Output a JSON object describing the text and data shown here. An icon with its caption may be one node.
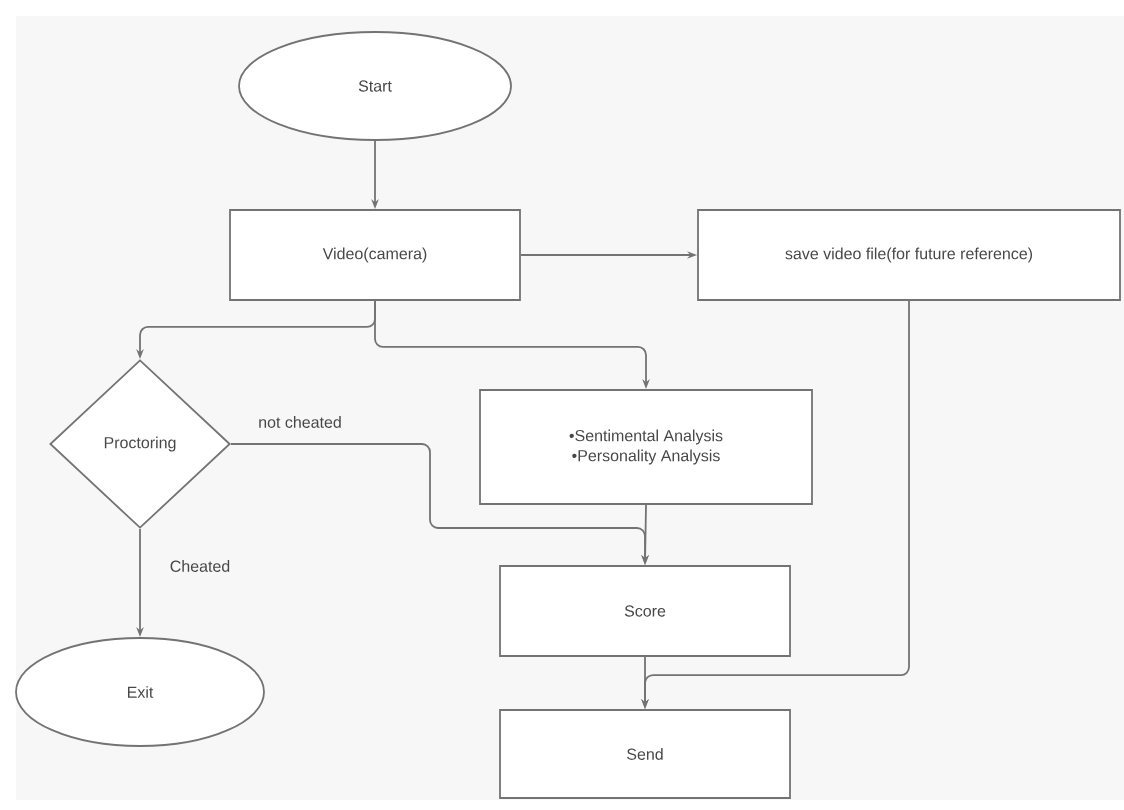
{
  "diagram": {
    "nodes": [
      {
        "text": [
          "Start"
        ]
      },
      {
        "text": [
          "Video(camera)"
        ]
      },
      {
        "text": [
          "save video file(for future reference)"
        ]
      },
      {
        "text": [
          "Proctoring"
        ]
      },
      {
        "text": [
          "•Sentimental Analysis",
          "•Personality Analysis"
        ]
      },
      {
        "text": [
          "Score"
        ]
      },
      {
        "text": [
          "Exit"
        ]
      },
      {
        "text": [
          "Send"
        ]
      }
    ],
    "edges": [
      {
        "from": 0,
        "to": 1,
        "arrow": "to"
      },
      {
        "from": 1,
        "to": 2,
        "arrow": "to"
      },
      {
        "from": 1,
        "to": 3,
        "arrow": "to"
      },
      {
        "from": 1,
        "to": 4,
        "arrow": "to"
      },
      {
        "from": 3,
        "to": 5,
        "arrow": "to",
        "label": "not cheated"
      },
      {
        "from": 4,
        "to": 5,
        "arrow": "to"
      },
      {
        "from": 3,
        "to": 6,
        "arrow": "to",
        "label": "Cheated"
      },
      {
        "from": 5,
        "to": 7,
        "arrow": "to"
      },
      {
        "from": 2,
        "to": 7,
        "arrow": "to"
      }
    ]
  }
}
